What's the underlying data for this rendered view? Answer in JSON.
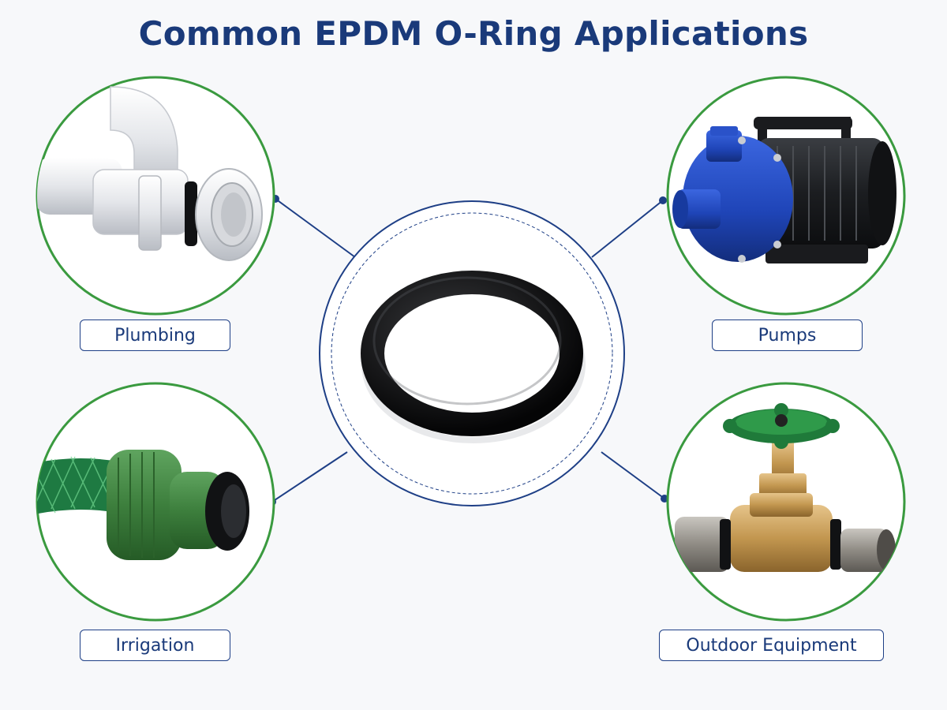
{
  "title": "Common EPDM O-Ring Applications",
  "center": {
    "icon": "black-o-ring"
  },
  "applications": [
    {
      "id": "plumbing",
      "label": "Plumbing",
      "icon": "white-pvc-elbow-pipe-with-o-ring"
    },
    {
      "id": "pumps",
      "label": "Pumps",
      "icon": "blue-electric-water-pump"
    },
    {
      "id": "irrigation",
      "label": "Irrigation",
      "icon": "green-garden-hose-connector"
    },
    {
      "id": "outdoor-equipment",
      "label": "Outdoor Equipment",
      "icon": "brass-gate-valve-with-green-handwheel"
    }
  ],
  "colors": {
    "title": "#1a3a7a",
    "connector": "#1e3f86",
    "circle_border": "#3a9a3f",
    "label_border": "#1e3f86"
  }
}
